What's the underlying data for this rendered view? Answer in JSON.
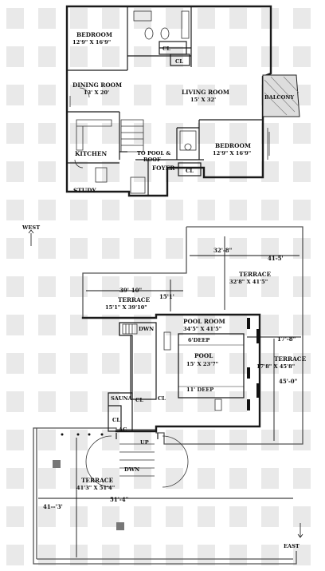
{
  "rooms": {
    "bedroom1": {
      "name": "BEDROOM",
      "size": "12'9\" X 16'9\""
    },
    "dining": {
      "name": "DINING ROOM",
      "size": "13' X 20'"
    },
    "living": {
      "name": "LIVING ROOM",
      "size": "15' X 32'"
    },
    "balcony": {
      "name": "BALCONY"
    },
    "kitchen": {
      "name": "KITCHEN"
    },
    "to_pool_line1": "TO POOL &",
    "to_pool_line2": "ROOF",
    "foyer": {
      "name": "FOYER"
    },
    "bedroom2": {
      "name": "BEDROOM",
      "size": "12'9\" X 16'9\""
    },
    "study": {
      "name": "STUDY"
    },
    "closet": "CL"
  },
  "compass": {
    "west": "WEST",
    "east": "EAST"
  },
  "roof": {
    "terrace_upper": {
      "name": "TERRACE",
      "size": "32'8\" X 41'5\""
    },
    "terrace_left": {
      "name": "TERRACE",
      "size": "15'1\" X 39'10\""
    },
    "pool_room": {
      "name": "POOL ROOM",
      "size": "34'5\" X 41'5\""
    },
    "pool": {
      "name": "POOL",
      "size": "15' X 23'7\"",
      "shallow": "6'DEEP",
      "deep": "11' DEEP"
    },
    "terrace_right": {
      "name": "TERRACE",
      "size": "17'8\" X 45'8\""
    },
    "terrace_bottom": {
      "name": "TERRACE",
      "size": "41'3\" X 51'4\""
    },
    "sauna": "SAUNA",
    "ac": "AC",
    "up": "UP",
    "dwn": "DWN",
    "closet": "CL",
    "dims": {
      "d1": "32'-8\"",
      "d2": "41-5'",
      "d3": "39'-10\"",
      "d4": "15'1'",
      "d5": "17'-8\"",
      "d6": "45'-0\"",
      "d7": "41--'3'",
      "d8": "51'-4\""
    }
  }
}
